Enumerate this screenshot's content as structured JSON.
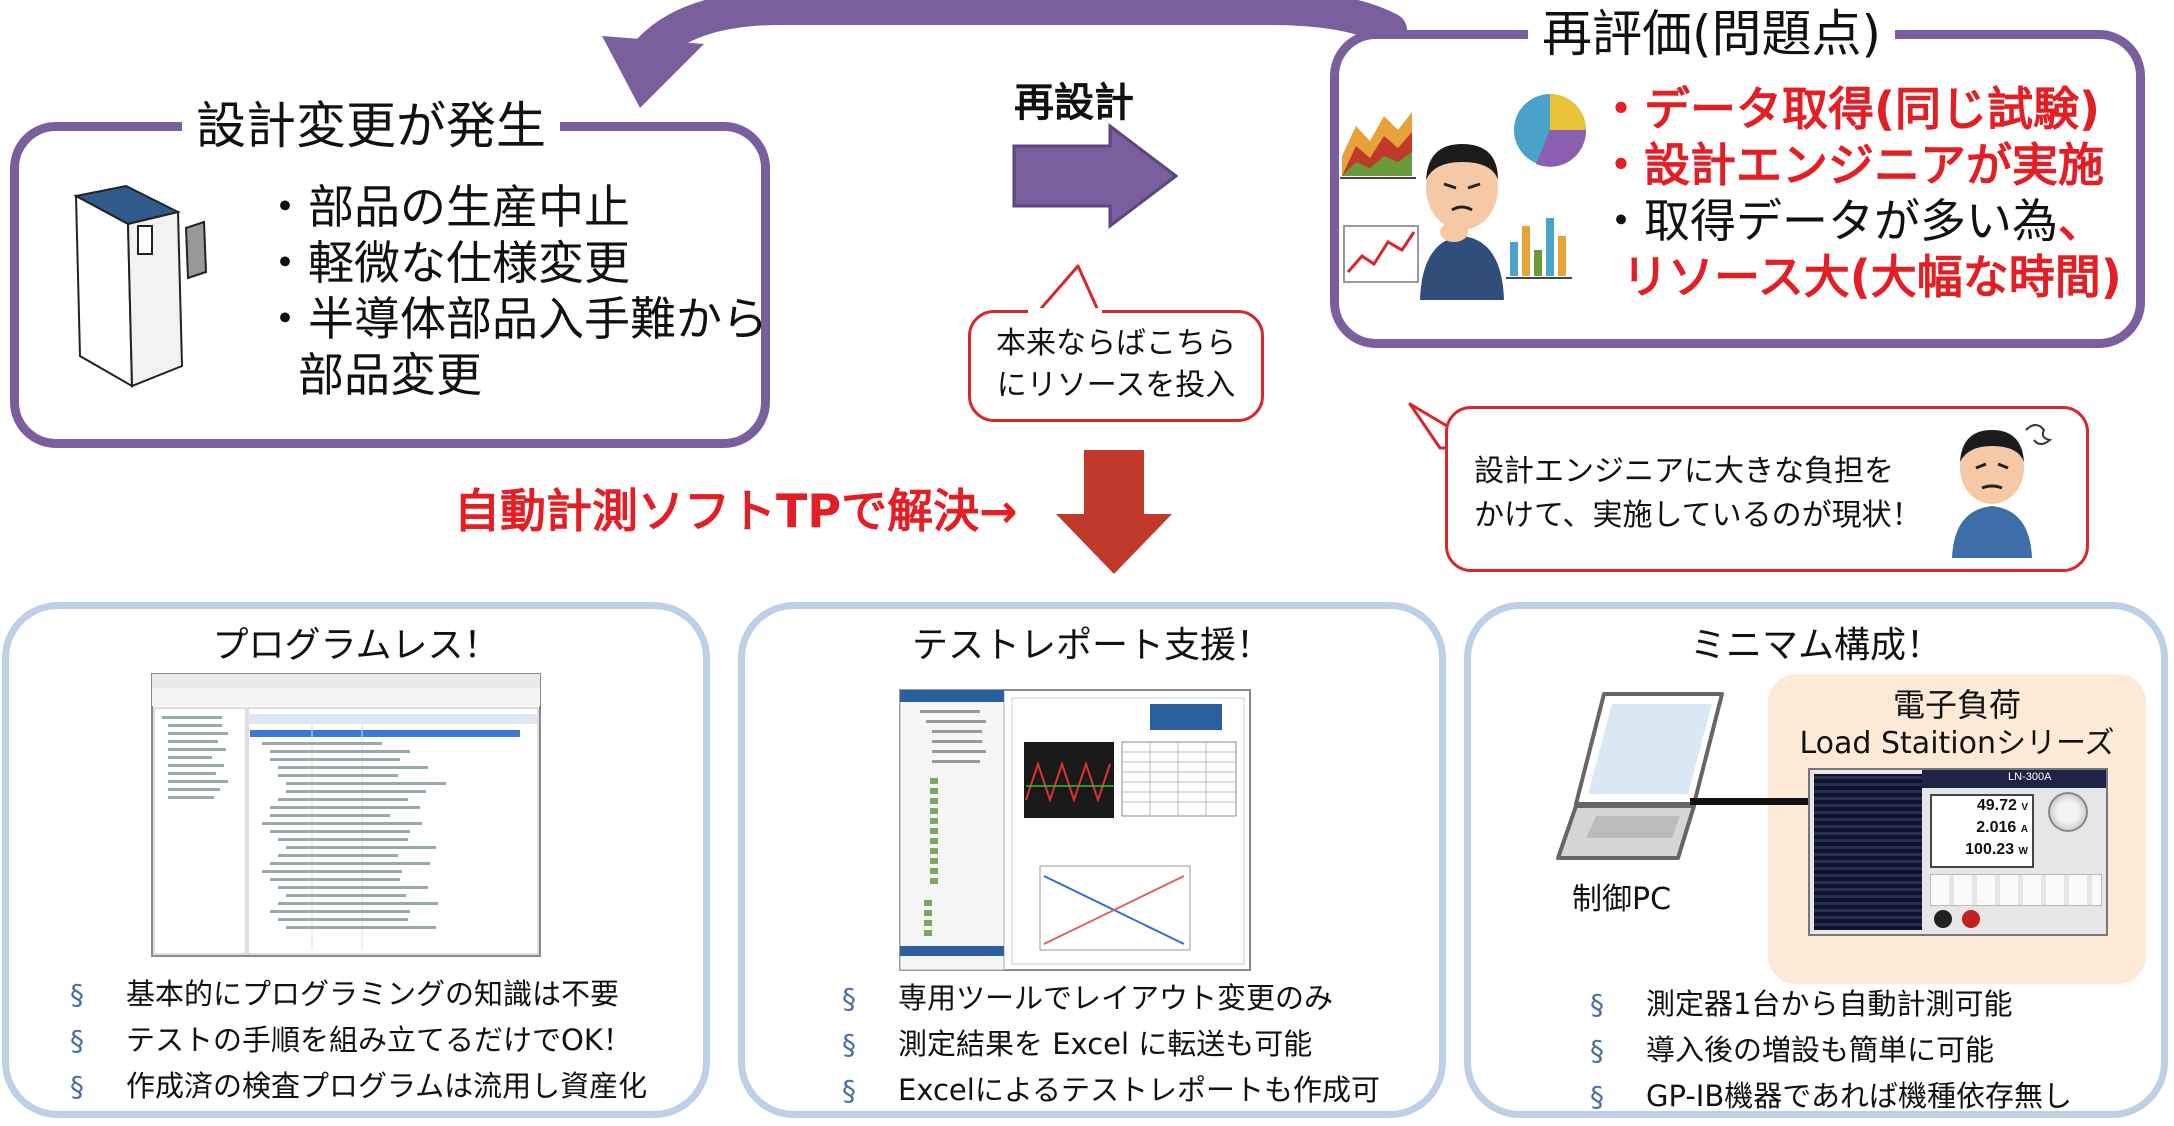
{
  "design_change": {
    "title": "設計変更が発生",
    "items": [
      "・部品の生産中止",
      "・軽微な仕様変更",
      "・半導体部品入手難から",
      "部品変更"
    ]
  },
  "redesign_label": "再設計",
  "reevaluation": {
    "title": "再評価(問題点)",
    "items": [
      "・データ取得(同じ試験)",
      "・設計エンジニアが実施",
      "・取得データが多い為",
      "、",
      "リソース大(大幅な時間)"
    ]
  },
  "callout_resource": [
    "本来ならばこちら",
    "にリソースを投入"
  ],
  "callout_burden": [
    "設計エンジニアに大きな負担を",
    "かけて、実施しているのが現状！"
  ],
  "solution_label": "自動計測ソフトTPで解決→",
  "panels": [
    {
      "title": "プログラムレス！",
      "bullets": [
        "基本的にプログラミングの知識は不要",
        "テストの手順を組み立てるだけでOK！",
        "作成済の検査プログラムは流用し資産化"
      ]
    },
    {
      "title": "テストレポート支援！",
      "bullets": [
        "専用ツールでレイアウト変更のみ",
        "測定結果を Excel に転送も可能",
        "Excelによるテストレポートも作成可"
      ]
    },
    {
      "title": "ミニマム構成！",
      "bullets": [
        "測定器1台から自動計測可能",
        "導入後の増設も簡単に可能",
        "GP-IB機器であれば機種依存無し"
      ]
    }
  ],
  "minimal": {
    "pc_label": "制御PC",
    "load_title": "電子負荷",
    "load_series": "Load Staitionシリーズ",
    "display_values": [
      "49.72",
      "2.016",
      "100.23"
    ],
    "display_units": [
      "V",
      "A",
      "W"
    ],
    "model": "LN-300A"
  },
  "bullet_mark": "§",
  "colors": {
    "purple": "#7a5f9e",
    "red": "#e31e24",
    "panel_border": "#bdd0e6",
    "arrow_red": "#c0392b"
  }
}
